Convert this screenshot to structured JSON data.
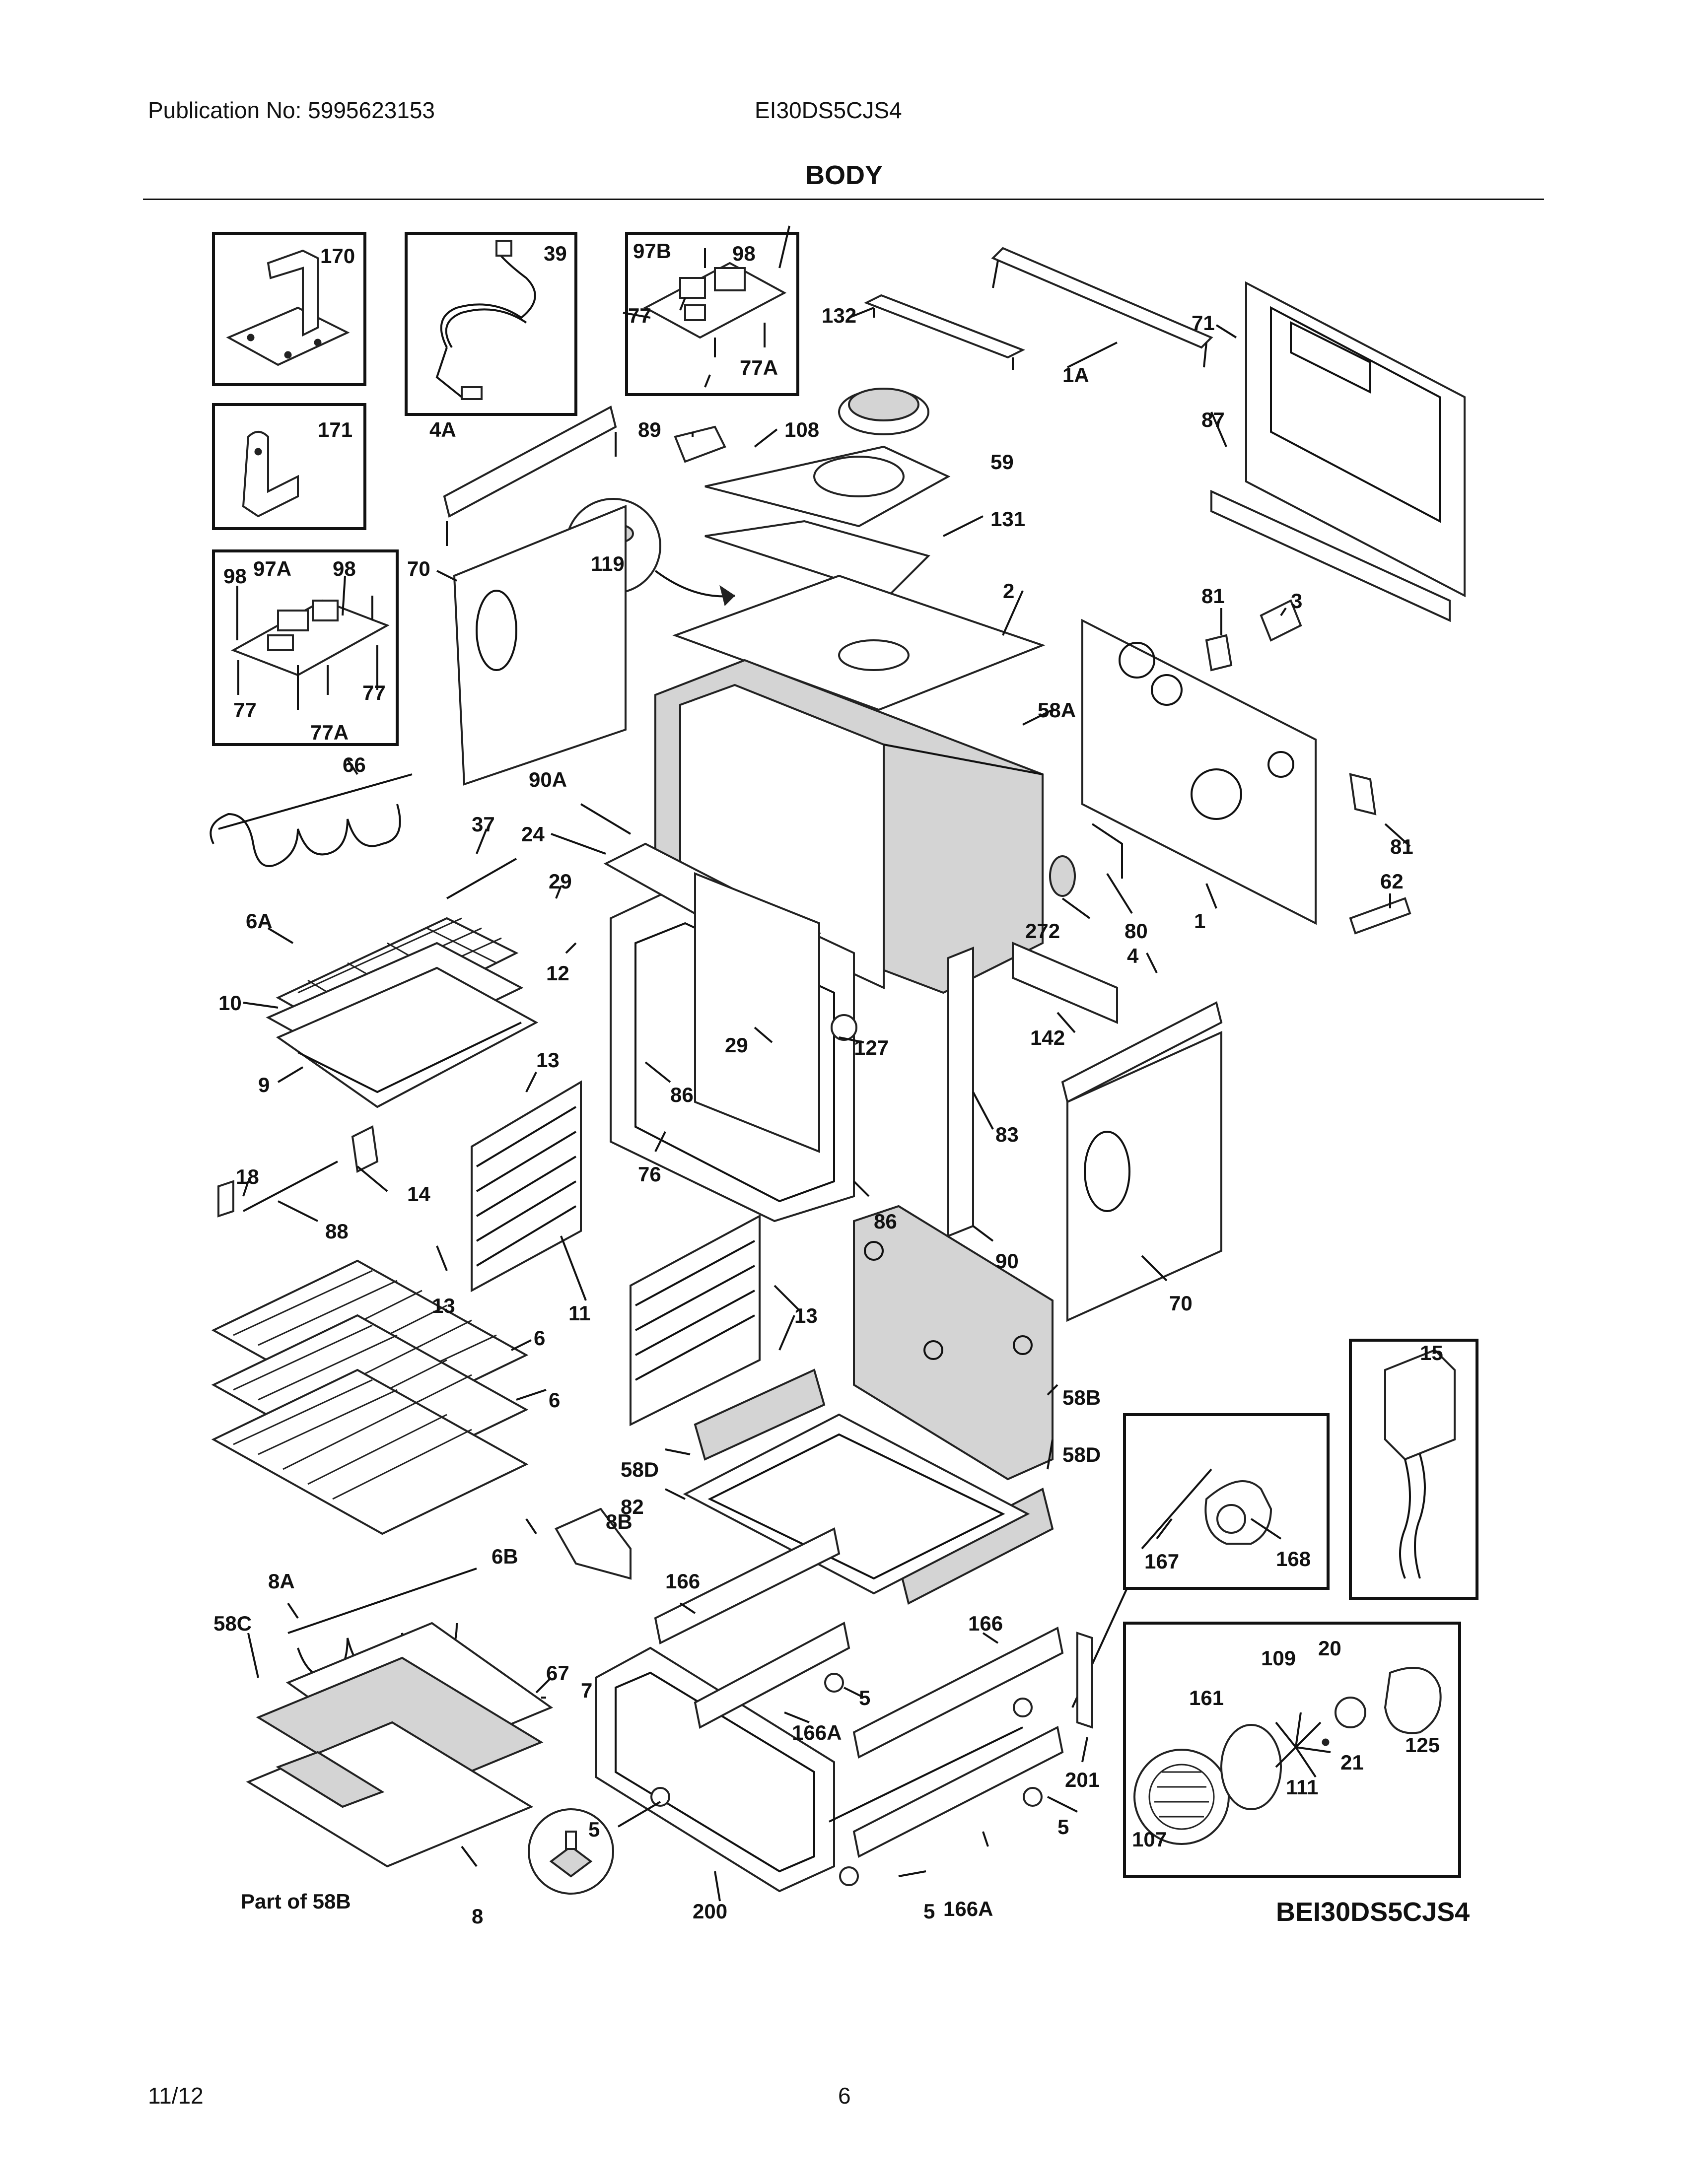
{
  "header": {
    "publication": "Publication No: 5995623153",
    "model": "EI30DS5CJS4",
    "section_title": "BODY"
  },
  "footer": {
    "date": "11/12",
    "page": "6"
  },
  "diagram": {
    "code": "BEI30DS5CJS4",
    "note": "Part of 58B",
    "callouts": [
      "170",
      "39",
      "97B",
      "98",
      "77",
      "77A",
      "132",
      "1A",
      "71",
      "171",
      "4A",
      "89",
      "108",
      "59",
      "87",
      "98",
      "97A",
      "98",
      "70",
      "131",
      "119",
      "2",
      "81",
      "3",
      "77",
      "77",
      "77A",
      "58A",
      "66",
      "90A",
      "37",
      "24",
      "29",
      "12",
      "6A",
      "10",
      "81",
      "62",
      "272",
      "80",
      "1",
      "4",
      "9",
      "29",
      "127",
      "142",
      "13",
      "86",
      "18",
      "14",
      "88",
      "76",
      "83",
      "86",
      "90",
      "70",
      "13",
      "11",
      "13",
      "15",
      "6",
      "6",
      "58B",
      "58D",
      "58D",
      "82",
      "6B",
      "8B",
      "168",
      "167",
      "8A",
      "166",
      "58C",
      "67",
      "7",
      "166",
      "5",
      "166A",
      "201",
      "109",
      "20",
      "161",
      "125",
      "21",
      "111",
      "107",
      "5",
      "5",
      "200",
      "166A",
      "5",
      "8"
    ]
  }
}
